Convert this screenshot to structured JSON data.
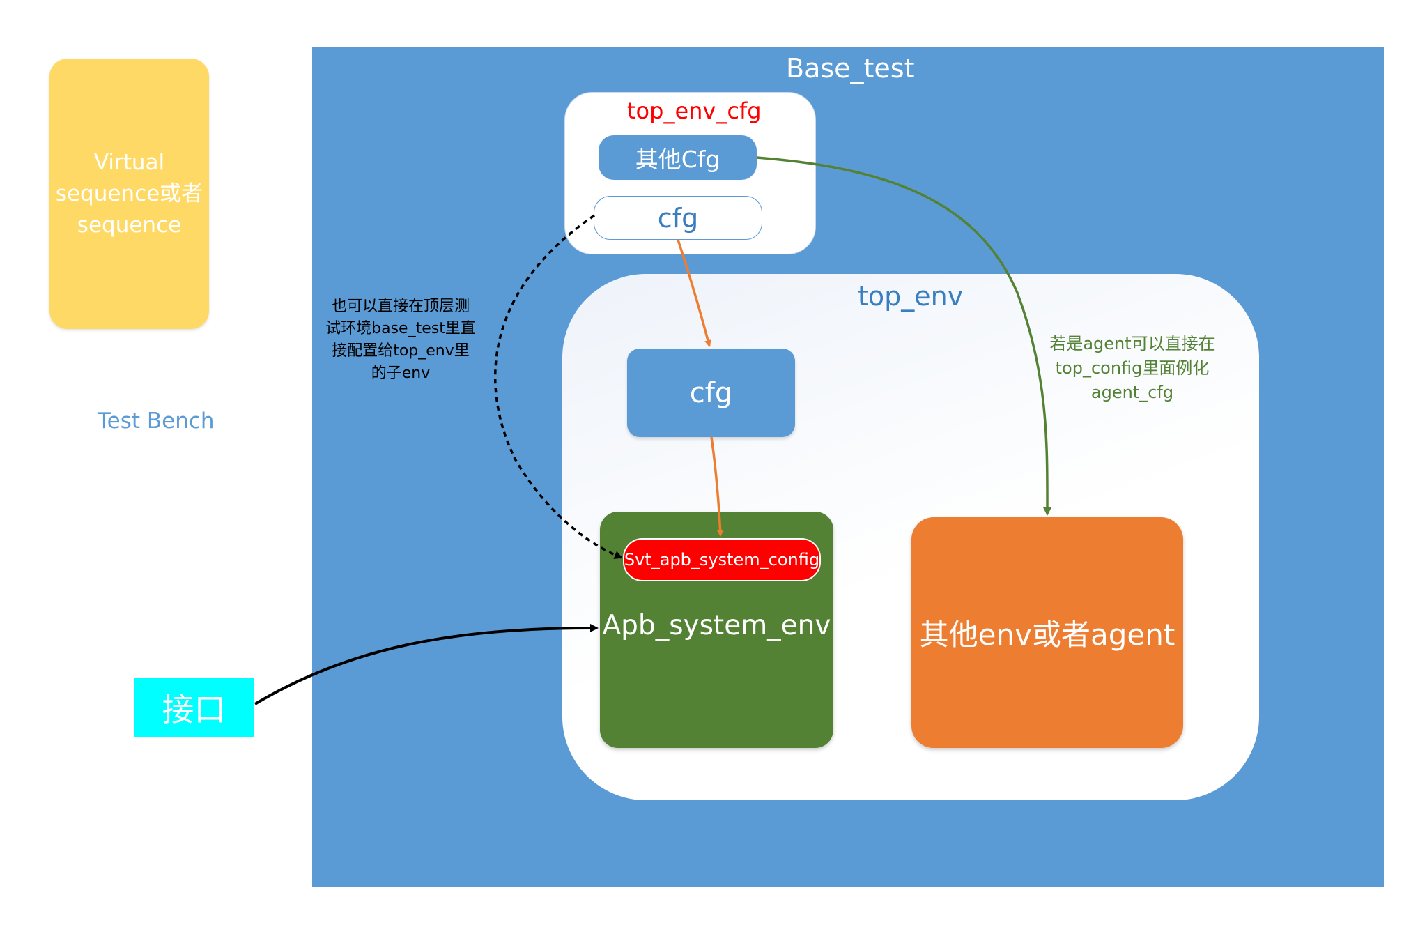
{
  "diagram": {
    "virtual_sequence": {
      "lines": [
        "Virtual",
        "sequence或者",
        "sequence"
      ]
    },
    "test_bench_label": "Test Bench",
    "base_test": {
      "title": "Base_test"
    },
    "top_env_cfg": {
      "title": "top_env_cfg",
      "other_cfg": "其他Cfg",
      "cfg": "cfg"
    },
    "top_env": {
      "title": "top_env",
      "cfg": "cfg",
      "apb_system_env": {
        "title": "Apb_system_env",
        "config": "Svt_apb_system_config"
      },
      "other_env": "其他env或者agent"
    },
    "interface": "接口",
    "notes": {
      "direct_config": [
        "也可以直接在顶层测",
        "试环境base_test里直",
        "接配置给top_env里",
        "的子env"
      ],
      "agent_note": [
        "若是agent可以直接在",
        "top_config里面例化",
        "agent_cfg"
      ]
    },
    "colors": {
      "base_test_bg": "#5b9bd5",
      "virtual_sequence_bg": "#ffd966",
      "apb_env_bg": "#548235",
      "other_env_bg": "#ed7d31",
      "config_bg": "#ff0000",
      "interface_bg": "#00ffff",
      "arrow_orange": "#ed7d31",
      "arrow_green": "#548235",
      "arrow_black": "#000000"
    }
  }
}
